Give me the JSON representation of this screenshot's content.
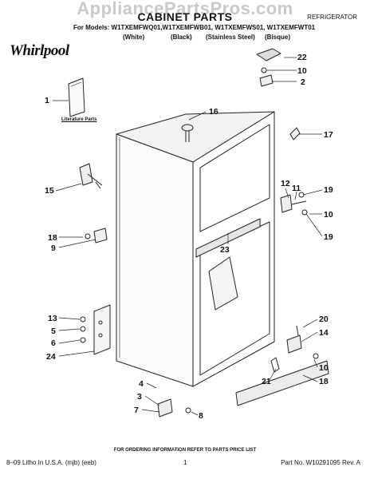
{
  "watermark": "AppliancePartsPros.com",
  "title": "CABINET PARTS",
  "appliance": "REFRIGERATOR",
  "models": "For Models: W1TXEMFWQ01,W1TXEMFWB01, W1TXEMFWS01, W1TXEMFWT01",
  "colors": [
    "(White)",
    "(Black)",
    "(Stainless Steel)",
    "(Bisque)"
  ],
  "logo": "Whirlpool",
  "literature_label": "Literature Parts",
  "callouts": [
    "22",
    "10",
    "2",
    "16",
    "1",
    "17",
    "15",
    "12",
    "11",
    "19",
    "10",
    "19",
    "18",
    "9",
    "23",
    "13",
    "5",
    "6",
    "24",
    "20",
    "14",
    "10",
    "21",
    "18",
    "4",
    "3",
    "7",
    "8"
  ],
  "footer": {
    "center": "FOR ORDERING INFORMATION REFER TO PARTS PRICE LIST",
    "left": "8–09 Litho In U.S.A. (mjb) (eeb)",
    "page": "1",
    "right": "Part No. W10291095 Rev. A"
  }
}
